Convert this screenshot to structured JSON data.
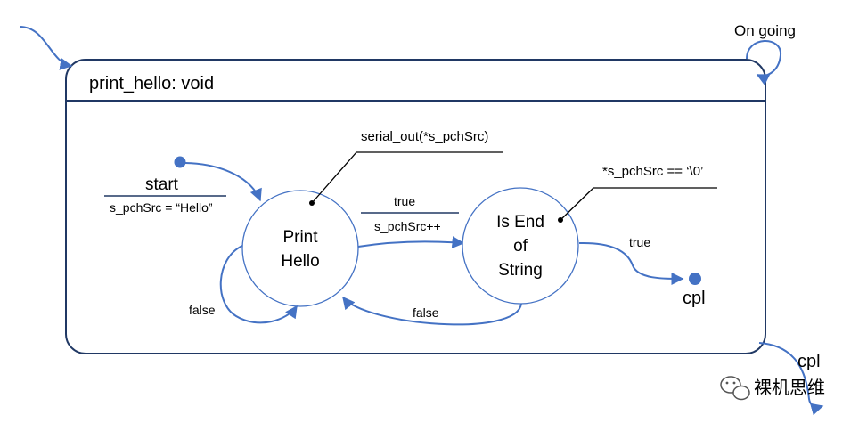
{
  "state": {
    "title": "print_hello: void"
  },
  "labels": {
    "ongoing": "On going",
    "outer_exit": "cpl",
    "watermark": "裸机思维"
  },
  "states": {
    "print_hello": {
      "line1": "Print",
      "line2": "Hello"
    },
    "is_end": {
      "line1": "Is End",
      "line2": "of",
      "line3": "String"
    }
  },
  "start": {
    "label": "start",
    "action": "s_pchSrc = “Hello”"
  },
  "final": {
    "label": "cpl"
  },
  "notes": {
    "print": "serial_out(*s_pchSrc)",
    "is_end": "*s_pchSrc == ‘\\0’"
  },
  "transitions": {
    "print_to_end_guard": "true",
    "print_to_end_action": "s_pchSrc++",
    "self_loop": "false",
    "end_to_print": "false",
    "end_to_final": "true"
  },
  "colors": {
    "accent": "#4472C4",
    "frame": "#203864"
  }
}
